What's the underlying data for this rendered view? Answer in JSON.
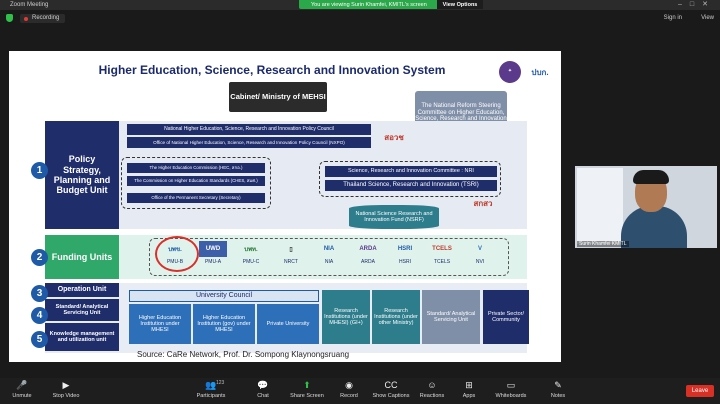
{
  "window": {
    "title": "Zoom Meeting"
  },
  "banner": {
    "text": "You are viewing Surin Khamfei, KMITL's screen",
    "options_label": "View Options"
  },
  "topbar": {
    "recording": "Recording",
    "sign_in": "Sign in",
    "view": "View"
  },
  "slide": {
    "title": "Higher Education, Science, Research and Innovation System",
    "logo_text": "ปบก.",
    "cabinet": "Cabinet/ Ministry of MEHSI",
    "reform": "The National Reform Steering Committee on Higher Education, Science, Research and Innovation",
    "units": {
      "policy": "Policy Strategy, Planning and Budget Unit",
      "funding": "Funding Units",
      "operation": "Operation Unit",
      "standard": "Standard/ Analytical Servicing Unit",
      "knowledge": "Knowledge management and utilization unit"
    },
    "numbers": [
      "1",
      "2",
      "3",
      "4",
      "5"
    ],
    "policy_council": "National Higher Education, Science, Research and Innovation Policy Council",
    "office_council": "Office of National Higher Education, Science, Research and Innovation Policy Council (NXPO)",
    "sorowo": "สอวช",
    "he_commission": "The Higher Education Commission (HEC, สกอ.)",
    "he_standards": "The Commission on Higher Education Standards (CHES, สมศ.)",
    "perm_sec": "Office of the Permanent Secretary (Secretary)",
    "sri_committee": "Science, Research and Innovation Committee : NRI",
    "tsri": "Thailand Science, Research and Innovation (TSRI)",
    "salao": "สกสว",
    "fund": "National Science Research and Innovation Fund (NSRF)",
    "funding_units": [
      {
        "logo": "บพข.",
        "label": "PMU-B"
      },
      {
        "logo": "UWD",
        "label": "PMU-A"
      },
      {
        "logo": "บพท.",
        "label": "PMU-C"
      },
      {
        "logo": "▯",
        "label": "NRCT"
      },
      {
        "logo": "NIA",
        "label": "NIA"
      },
      {
        "logo": "ARDA",
        "label": "ARDA"
      },
      {
        "logo": "HSRI",
        "label": "HSRI"
      },
      {
        "logo": "TCELS",
        "label": "TCELS"
      },
      {
        "logo": "V",
        "label": "NVI"
      }
    ],
    "university_council": "University Council",
    "operation_boxes": [
      "Higher Education Institution under MHESI",
      "Higher Education Institution (gov) under MHESI",
      "Private University",
      "Research Institutions (under MHESI) (GI+)",
      "Research Institutions (under other Ministry)",
      "Standard/ Analytical Servicing Unit",
      "Private Sector/ Community"
    ],
    "caption": "Source: CaRe Network, Prof. Dr. Sompong Klaynongsruang"
  },
  "video": {
    "name": "Surin Khamfei KMITL"
  },
  "toolbar": {
    "unmute": "Unmute",
    "stop_video": "Stop Video",
    "participants": "Participants",
    "participant_count": "123",
    "chat": "Chat",
    "share": "Share Screen",
    "record": "Record",
    "captions": "Show Captions",
    "reactions": "Reactions",
    "apps": "Apps",
    "whiteboards": "Whiteboards",
    "notes": "Notes",
    "leave": "Leave"
  },
  "colors": {
    "accent_green": "#2fbf4a",
    "leave_red": "#d93025",
    "slide_navy": "#1f2d6b"
  }
}
